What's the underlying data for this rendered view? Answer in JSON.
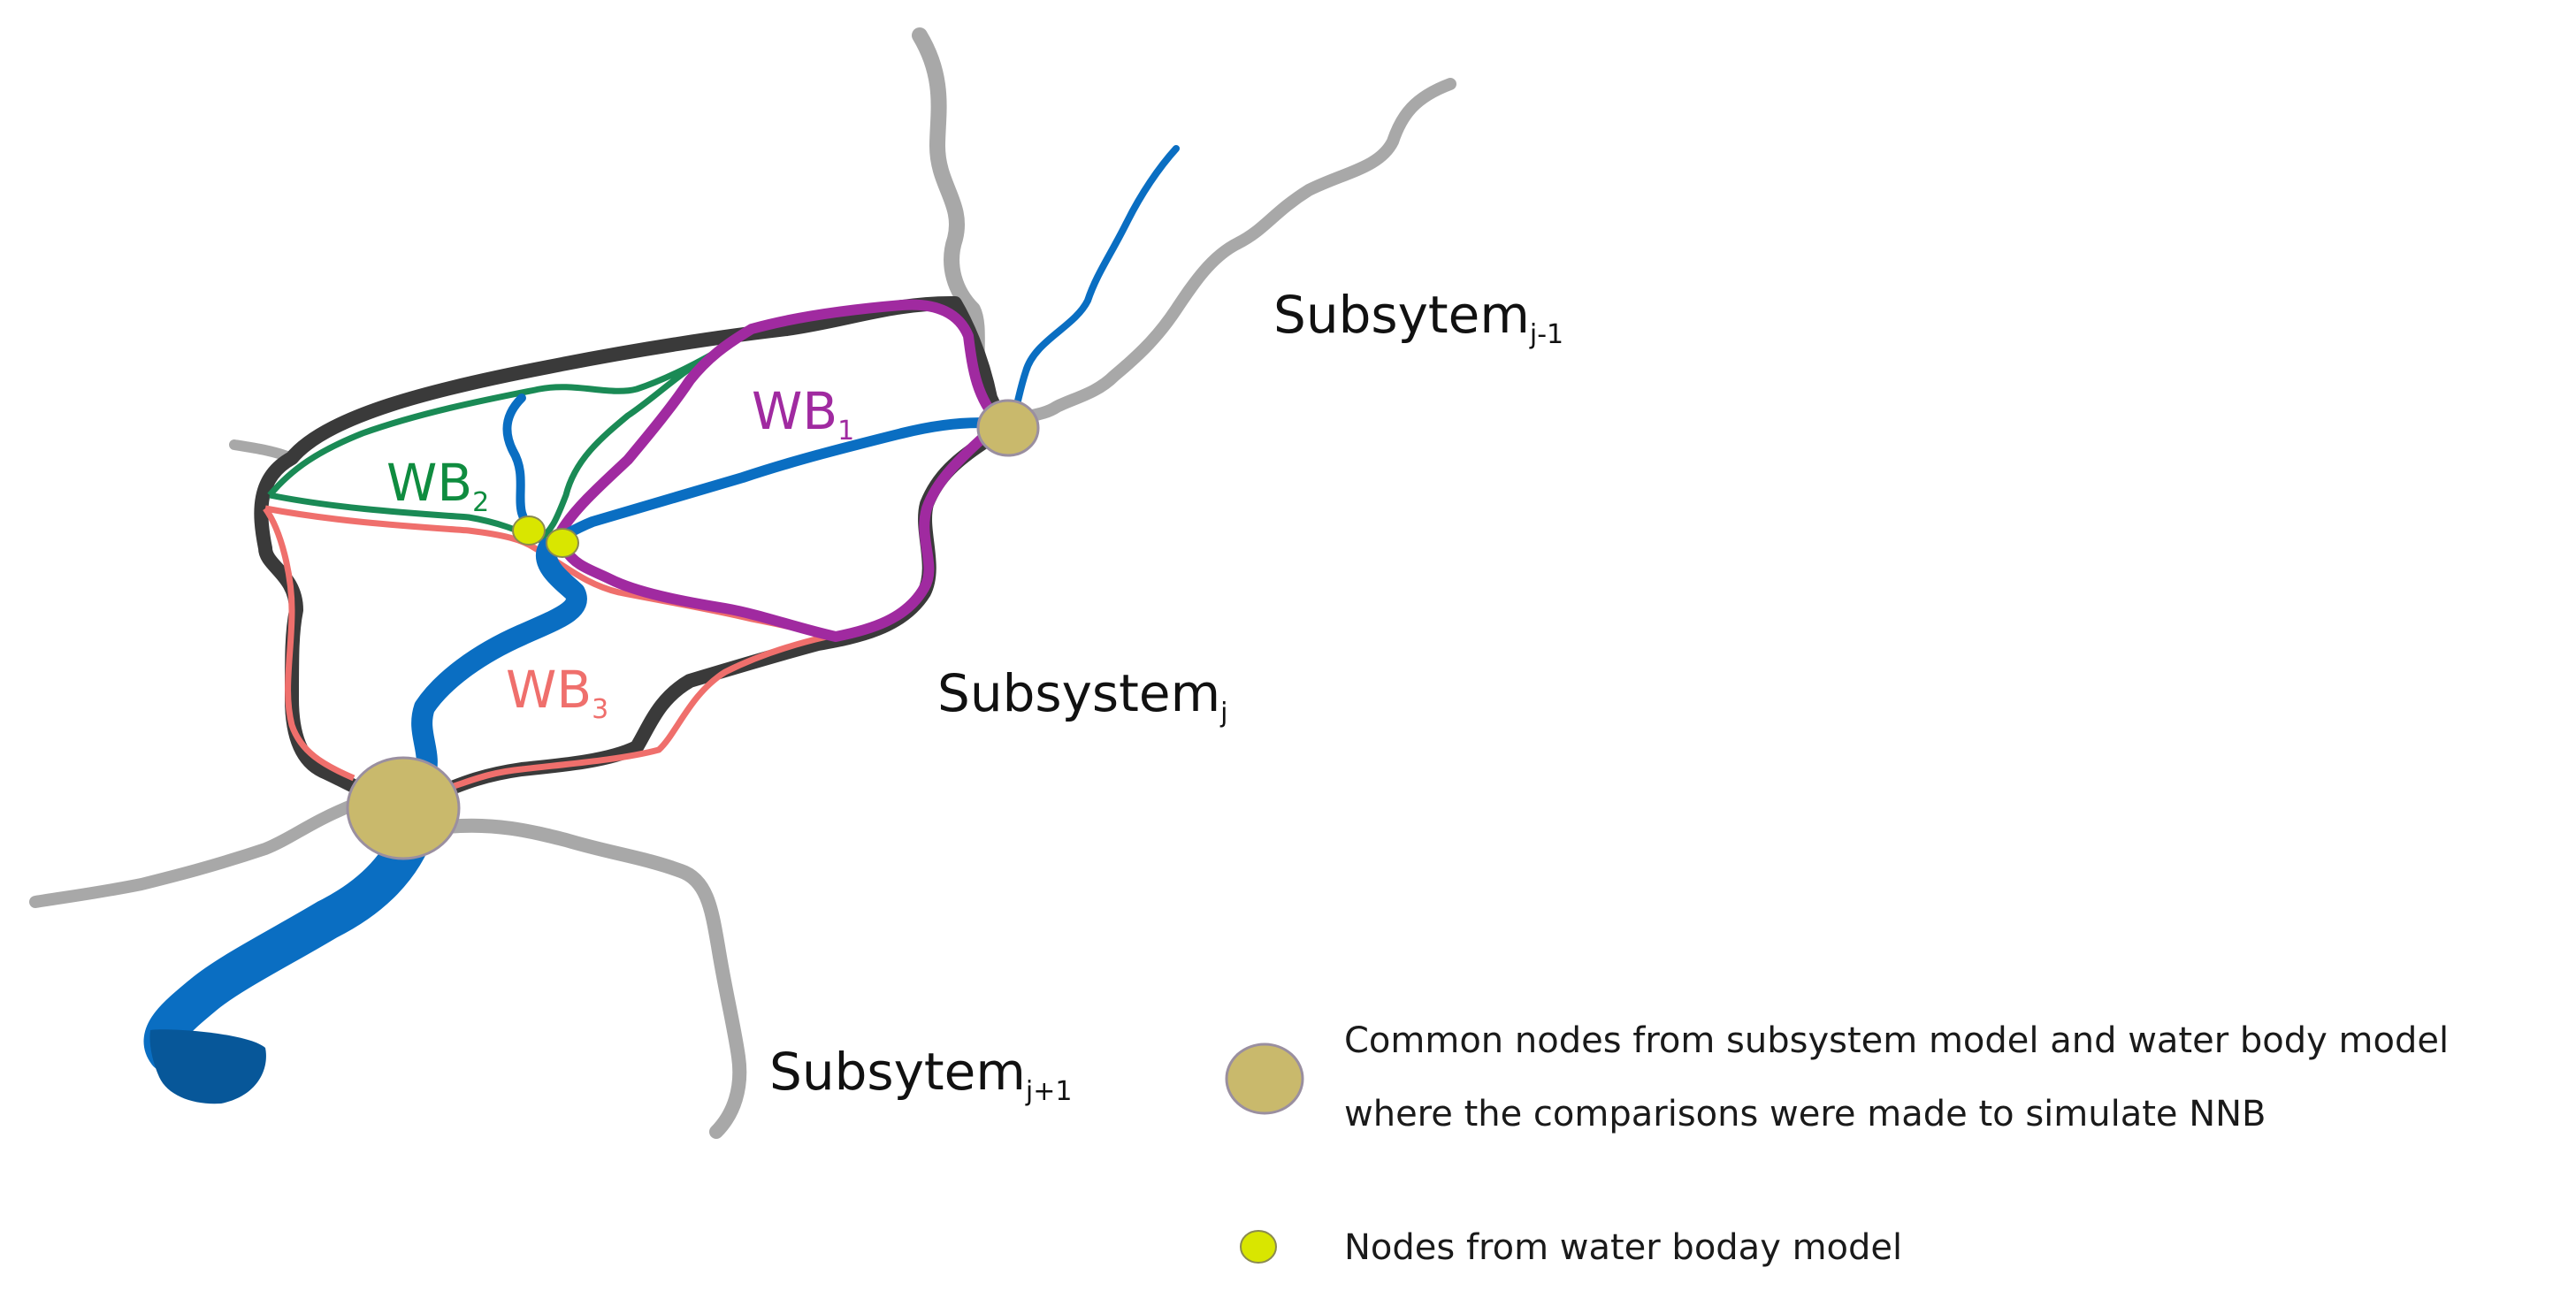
{
  "subsystems": {
    "upstream": {
      "base": "Subsytem",
      "index": "j-1"
    },
    "current": {
      "base": "Subsystem",
      "index": "j"
    },
    "downstream": {
      "base": "Subsytem",
      "index": "j+1"
    }
  },
  "water_bodies": [
    {
      "base": "WB",
      "index": "1",
      "color": "#a02aa0"
    },
    {
      "base": "WB",
      "index": "2",
      "color": "#0f8c3f"
    },
    {
      "base": "WB",
      "index": "3",
      "color": "#ef6f6c"
    }
  ],
  "legend": {
    "common_nodes_line1": "Common nodes from subsystem model and water body model",
    "common_nodes_line2": "where the comparisons were made to simulate NNB",
    "wb_nodes": "Nodes from water boday model"
  },
  "colors": {
    "river": "#0a6ec2",
    "river_dark": "#075799",
    "boundary": "#3a3a3a",
    "gray_river": "#a8a8a8",
    "common_node": "#c9b96c",
    "wb_node": "#d9e600"
  }
}
